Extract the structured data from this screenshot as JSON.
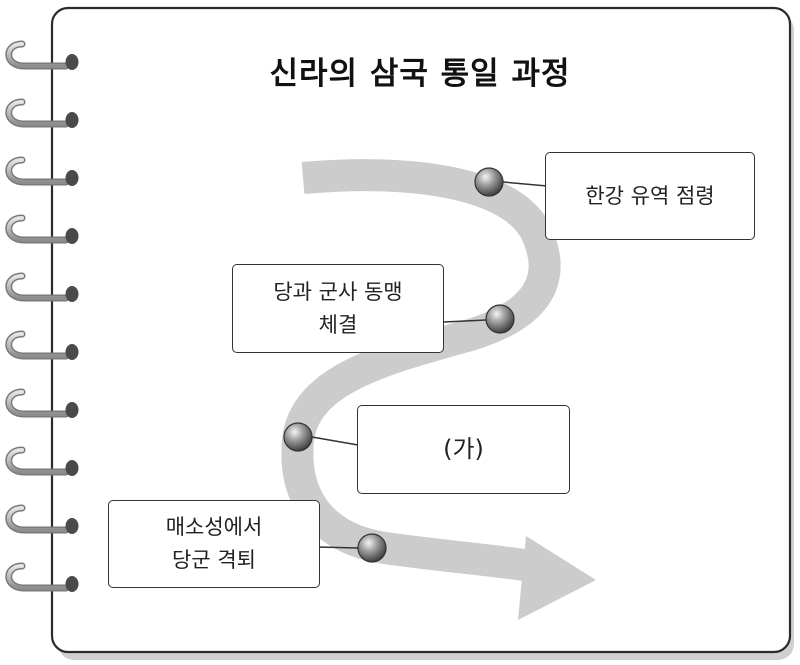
{
  "title": "신라의 삼국 통일 과정",
  "events": [
    {
      "label": "한강 유역 점령",
      "lines": [
        "한강 유역 점령"
      ]
    },
    {
      "label": "당과 군사 동맹 체결",
      "lines": [
        "당과 군사 동맹",
        "체결"
      ]
    },
    {
      "label": "(가)",
      "lines": [
        "(가)"
      ]
    },
    {
      "label": "매소성에서 당군 격퇴",
      "lines": [
        "매소성에서",
        "당군 격퇴"
      ]
    }
  ],
  "colors": {
    "path": "#cccccc",
    "border": "#333333",
    "marker": "#888888",
    "page_shadow": "#d0d0d0"
  },
  "icons": {
    "binding": "spiral-ring-icon",
    "marker": "sphere-marker-icon",
    "arrow": "arrow-head-icon"
  }
}
